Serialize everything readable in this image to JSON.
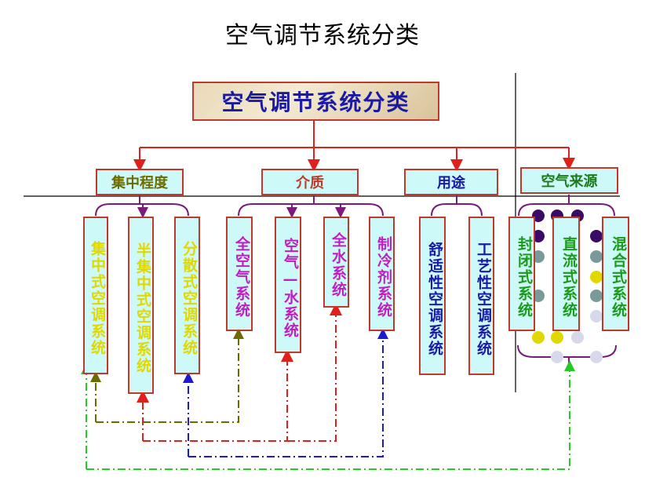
{
  "title": "空气调节系统分类",
  "root": "空气调节系统分类",
  "categories": {
    "jizhong": "集中程度",
    "jiezhi": "介质",
    "yongtu": "用途",
    "laiyuan": "空气来源"
  },
  "leaves": {
    "jizhong": [
      "集中式空调系统",
      "半集中式空调系统",
      "分散式空调系统"
    ],
    "jiezhi": [
      "全空气系统",
      "空气—水系统",
      "全水系统",
      "制冷剂系统"
    ],
    "yongtu": [
      "舒适性空调系统",
      "工艺性空调系统"
    ],
    "laiyuan": [
      "封闭式系统",
      "直流式系统",
      "混合式系统"
    ]
  },
  "colors": {
    "tree_lines": "#e0201a",
    "purple_brackets": "#7a1a7a",
    "link_olive": "#6b6b00",
    "link_red": "#e0201a",
    "link_blue": "#1a1ad0",
    "link_green": "#22cc22"
  }
}
